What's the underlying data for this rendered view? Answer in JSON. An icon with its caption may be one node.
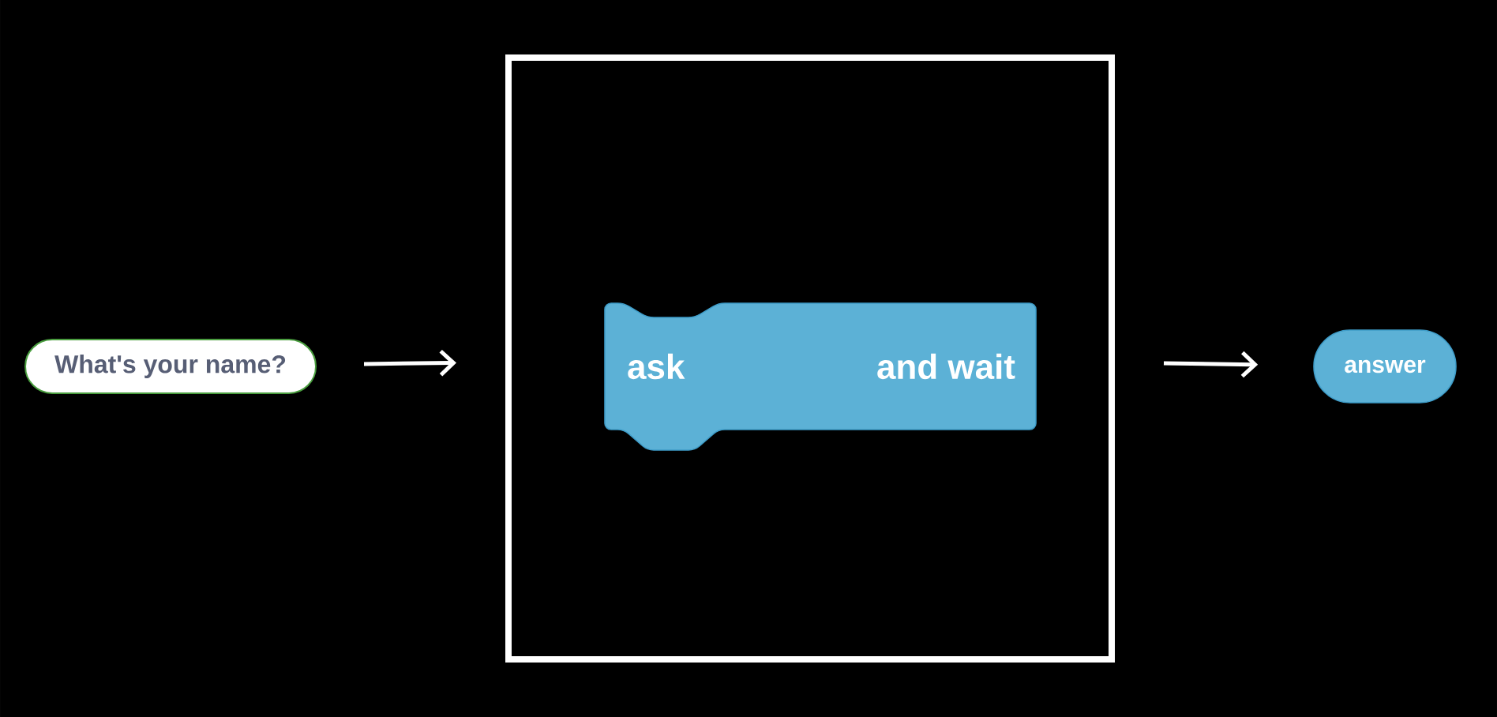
{
  "diagram": {
    "nodes": [
      {
        "text": [
          "What's your name?"
        ]
      },
      {
        "text": [],
        "shape": "box"
      },
      {
        "text": [
          "ask",
          "and wait"
        ],
        "in": 1
      },
      {
        "text": [
          "answer"
        ]
      }
    ],
    "edges": [
      {
        "from": 0,
        "to": 1,
        "arrow": "to"
      },
      {
        "from": 1,
        "to": 3,
        "arrow": "to"
      }
    ]
  }
}
